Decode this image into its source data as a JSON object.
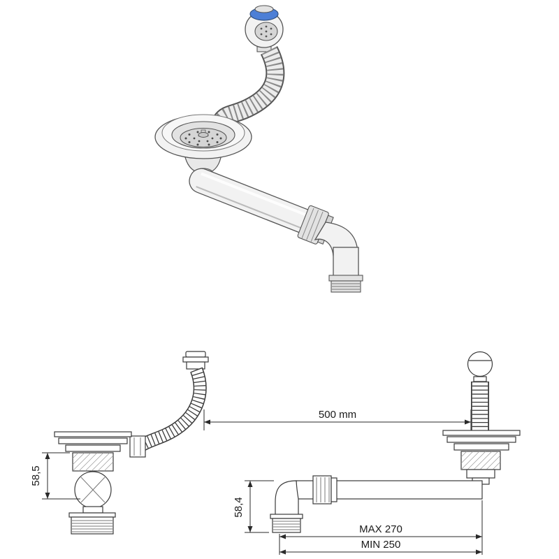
{
  "colors": {
    "accent_blue": "#4d7fd6",
    "line": "#3a3a3a",
    "dimension": "#2a2a2a"
  },
  "dimensions": {
    "span": "500 mm",
    "strainer_height": "58,5",
    "outlet_height": "58,4",
    "length_max": "MAX 270",
    "length_min": "MIN 250"
  }
}
